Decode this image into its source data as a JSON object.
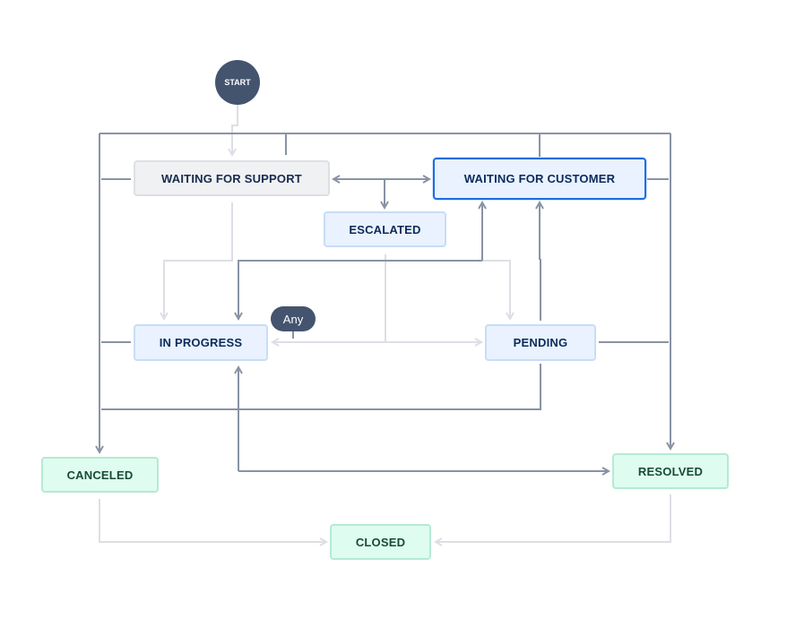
{
  "diagram": {
    "start_label": "START",
    "any_label": "Any",
    "statuses": {
      "waiting_support": "WAITING FOR SUPPORT",
      "waiting_customer": "WAITING FOR CUSTOMER",
      "escalated": "ESCALATED",
      "in_progress": "IN PROGRESS",
      "pending": "PENDING",
      "canceled": "CANCELED",
      "resolved": "RESOLVED",
      "closed": "CLOSED"
    },
    "colors": {
      "dark_line": "#8993a4",
      "light_line": "#dcdfe4",
      "selected_border": "#1d6ce0",
      "start_fill": "#44546f"
    }
  }
}
